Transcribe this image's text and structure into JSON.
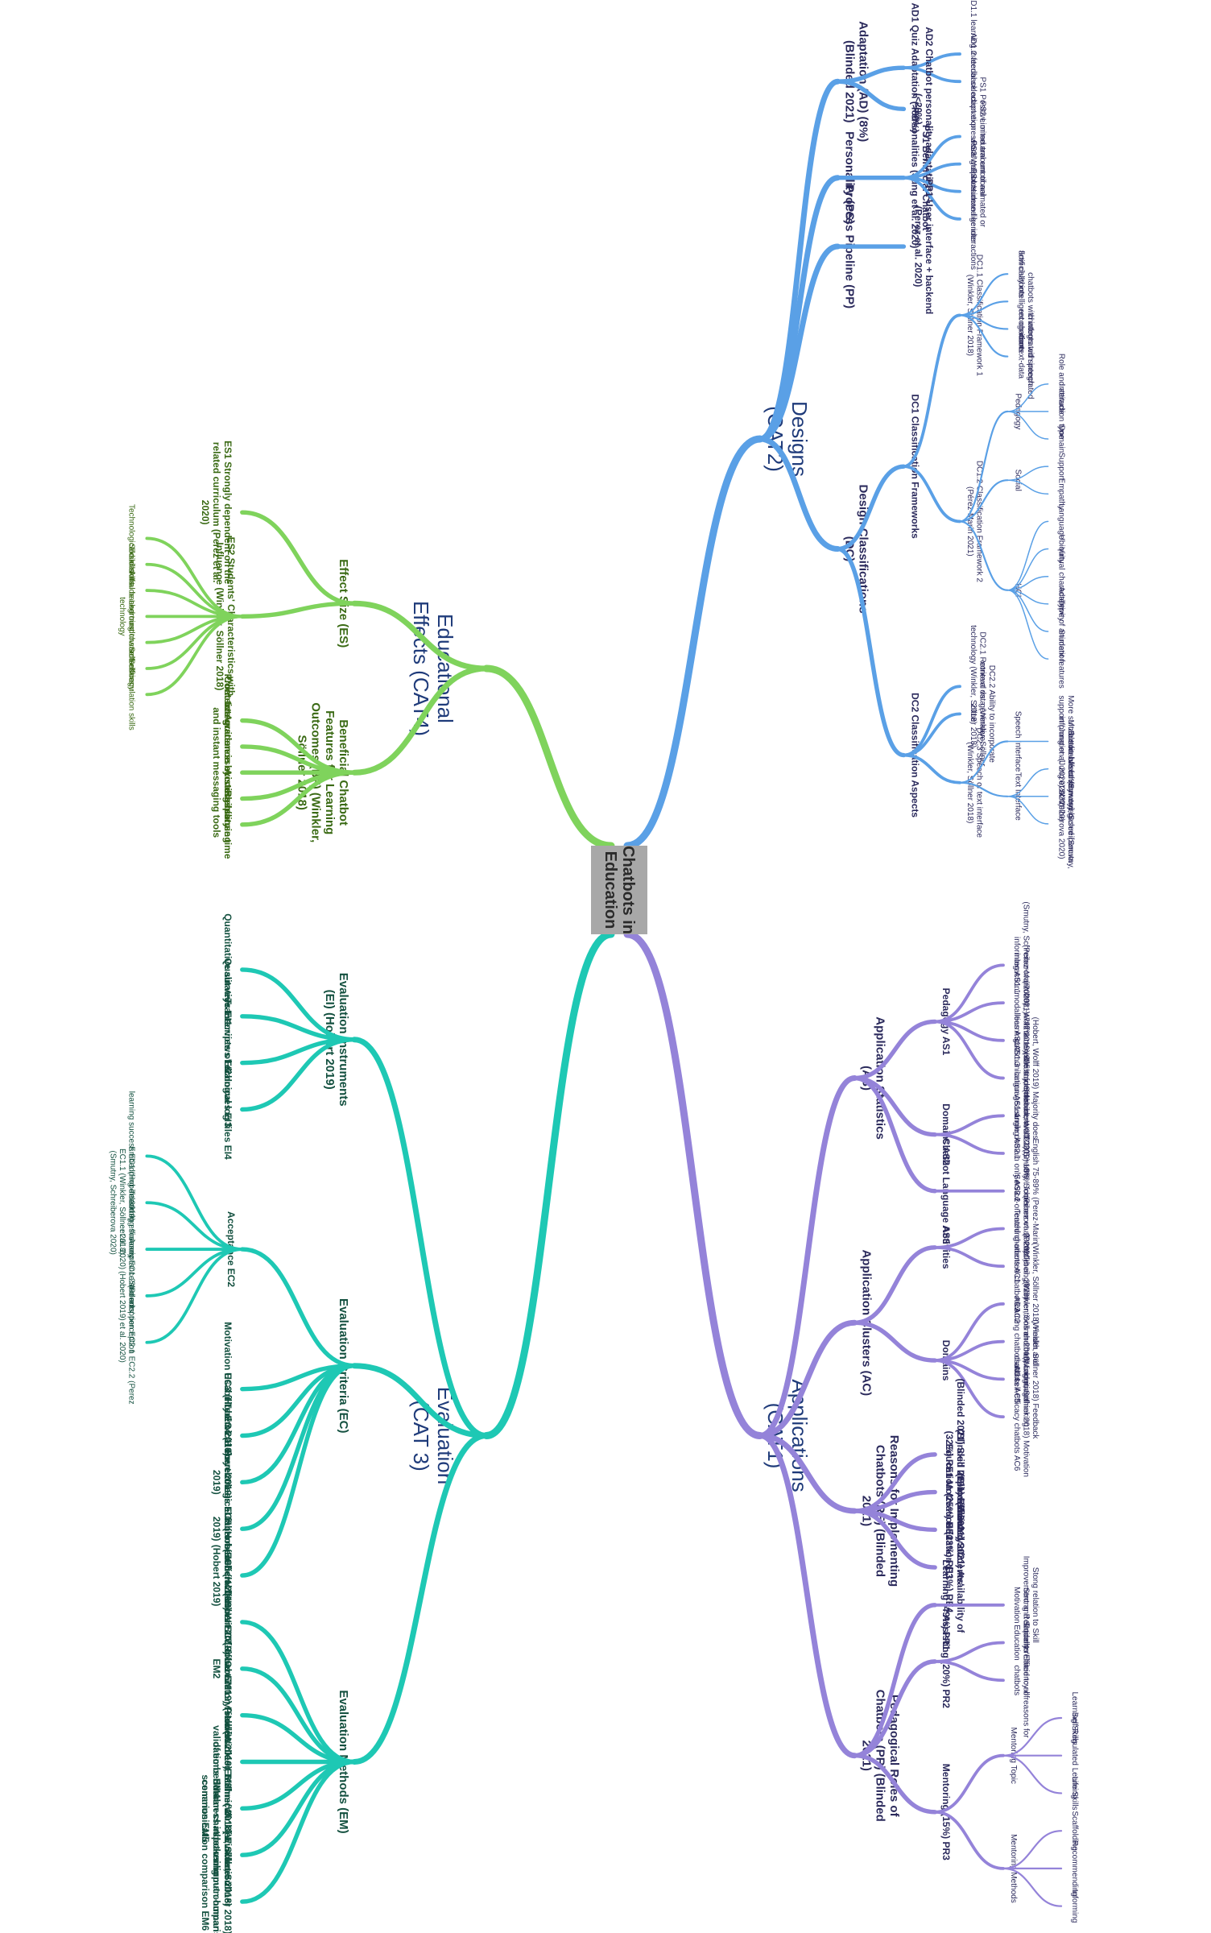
{
  "root": {
    "label_line1": "Chatbots in",
    "label_line2": "Education"
  },
  "colors": {
    "cat1": "#9483d9",
    "cat2": "#5aa0e6",
    "cat3": "#1ec8b4",
    "cat4": "#7fd35c",
    "text_dark": "#2b2a5c",
    "text_green": "#3a6a14",
    "text_teal": "#13503f"
  },
  "categories": [
    {
      "id": "cat1",
      "label": "Applications\n(CAT1)",
      "color": "cat1",
      "children": [
        {
          "label": "Application Statistics (AS)",
          "children": [
            {
              "label": "Pedagogy AS1",
              "children": [
                {
                  "label": "(Smutny, Schreiberova 2020) ~47% informing AS1.1"
                },
                {
                  "label": "(Perez-Marin 2021) ~42% mixed interaction modalities AS1.2"
                },
                {
                  "label": "(Hobert, Wolff 2019) ~25% formal learning AS1.3"
                },
                {
                  "label": "(Hobert, Wolff 2019) Majority does not enable student-student communication AS1.4"
                }
              ]
            },
            {
              "label": "Domains AS2",
              "children": [
                {
                  "label": "(Smutny, Schreiberova 2020) ~18% language learning AS2.1"
                },
                {
                  "label": "(Hobert, Wolff 2019) ~66% focus on a single domain only AS2.2"
                }
              ]
            },
            {
              "label": "Chatbot Language AS3",
              "children": [
                {
                  "label": "English 75-89% (Perez-Marin 2021)(Smutny, Schreiberova 2020) AS3.1"
                }
              ]
            }
          ]
        },
        {
          "label": "Application Clusters (AC)",
          "children": [
            {
              "label": "Activities",
              "children": [
                {
                  "label": "(Perez et al. 2020) Service-oriented chatbots AC1"
                },
                {
                  "label": "(Perez et al. 2020) Teaching-oriented chatbots AC2"
                }
              ]
            },
            {
              "label": "Domains",
              "children": [
                {
                  "label": "(Winkler, Söllner 2018) Health and well-being interventions chatbots AC3"
                },
                {
                  "label": "(Winkler, Söllner 2018) Language learning chatbots AC4"
                },
                {
                  "label": "(Winkler, Söllner 2018) Feedback and metacognitive thinking chatbots AC5"
                },
                {
                  "label": "(Winkler, Söllner 2018) Motivation and self-efficacy chatbots AC6"
                }
              ]
            }
          ]
        },
        {
          "label": "Reasons for Implementing Chatbots (RE) (Blinded 2021)",
          "children": [
            {
              "label": "(Blinded 2021) Skill Improvement (32%) RE1"
            },
            {
              "label": "(Blinded 2021) Efficiency of Education (25%) RE2"
            },
            {
              "label": "(Blinded 2021) Students' Motivation (13%) RE3"
            },
            {
              "label": "(Blinded 2021) Availability of Eduation (11%) RE4"
            }
          ]
        },
        {
          "label": "Pedagogical Roles of Chatbots (PR) (Blinded 2021)",
          "children": [
            {
              "label": "Learning (49%) PR1",
              "children": [
                {
                  "label": "Stong relation to Skill Improvement and Students' Motivation"
                }
              ]
            },
            {
              "label": "Assisting (20%) PR2",
              "children": [
                {
                  "label": "Strong Relation to Efficiency of Education"
                },
                {
                  "label": "Equally related to all reasons for chatbots"
                }
              ]
            },
            {
              "label": "Mentoring (15%) PR3",
              "children": [
                {
                  "label": "Mentoring Topic",
                  "children": [
                    {
                      "label": "Learning Skills"
                    },
                    {
                      "label": "Self-Regulated Learning"
                    },
                    {
                      "label": "Life Skills"
                    }
                  ]
                },
                {
                  "label": "Mentoring Methods",
                  "children": [
                    {
                      "label": "Scaffolding"
                    },
                    {
                      "label": "Recommending"
                    },
                    {
                      "label": "Informing"
                    }
                  ]
                }
              ]
            }
          ]
        }
      ]
    },
    {
      "id": "cat2",
      "label": "Designs\n(CAT2)",
      "color": "cat2",
      "children": [
        {
          "label": "Adaptation (AD) (8%) (Blinded 2021)",
          "children": [
            {
              "label": "AD1 Quiz Adaptation (>80%)",
              "children": [
                {
                  "label": "AD1.1 learning material selection"
                },
                {
                  "label": "AD1.2 feedback adaptation"
                }
              ]
            },
            {
              "label": "AD2 Chatbot personality adaptation (<20%)"
            }
          ]
        },
        {
          "label": "Personality (PS)",
          "children": [
            {
              "label": "PS1 Beneficial Chatbot Personalities (Jung et al. 2020)",
              "children": [
                {
                  "label": "PS1 Positive or neutral emotional expressions"
                },
                {
                  "label": "PS2 Limited amount of animated or visual graphics"
                },
                {
                  "label": "PS3 Well-considered gender"
                },
                {
                  "label": "PS4 Human-like interactions"
                }
              ]
            }
          ]
        },
        {
          "label": "Process Pipeline (PP)",
          "children": [
            {
              "label": "PP1 User interface + backend (Perez et al. 2020)"
            }
          ]
        },
        {
          "label": "Design Classifications (DC)",
          "children": [
            {
              "label": "DC1 Classification Frameworks",
              "children": [
                {
                  "label": "DC1.1 Classification Framework 1 (Winkler, Söllner 2018)",
                  "children": [
                    {
                      "label": "flow chatbots"
                    },
                    {
                      "label": "artificially intelligent chatbots"
                    },
                    {
                      "label": "chatbots with integrated speech recognition"
                    },
                    {
                      "label": "chatbots with integrated context-data"
                    }
                  ]
                },
                {
                  "label": "DC1.2 Classification Framework 2 (Pérez-Marín 2021)",
                  "children": [
                    {
                      "label": "Pedagogy",
                      "children": [
                        {
                          "label": "Role and attitude"
                        },
                        {
                          "label": "Interaction type"
                        },
                        {
                          "label": "Domain"
                        }
                      ]
                    },
                    {
                      "label": "Social",
                      "children": [
                        {
                          "label": "Support"
                        },
                        {
                          "label": "Empathy"
                        }
                      ]
                    },
                    {
                      "label": "HCI",
                      "children": [
                        {
                          "label": "Language"
                        },
                        {
                          "label": "Ubiquity"
                        },
                        {
                          "label": "Virtual character"
                        },
                        {
                          "label": "Adaptivity"
                        },
                        {
                          "label": "Type of animation"
                        },
                        {
                          "label": "Student features"
                        }
                      ]
                    }
                  ]
                }
              ]
            },
            {
              "label": "DC2 Classification Aspects",
              "children": [
                {
                  "label": "DC2.1 Retrieval vs. generative technology (Winkler, Söllner 2018)"
                },
                {
                  "label": "DC2.2 Ability to incorporate context data (Winkler, Söllner 2018)"
                },
                {
                  "label": "DC2.3 Speech or text interface (Winkler, Söllner 2018)",
                  "children": [
                    {
                      "label": "Speech Interface",
                      "children": [
                        {
                          "label": "More suitable for affective support (Jung et al. 2020)"
                        }
                      ]
                    },
                    {
                      "label": "Text Interface",
                      "children": [
                        {
                          "label": "More suitable for conveying information (Jung et al. 2020)"
                        },
                        {
                          "label": "Button-based (Smutny, Schreiberova 2020)"
                        },
                        {
                          "label": "Keyword-based (Smutny, Schreiberova 2020)"
                        }
                      ]
                    }
                  ]
                }
              ]
            }
          ]
        }
      ]
    },
    {
      "id": "cat3",
      "label": "Evaluation\n(CAT 3)",
      "color": "cat3",
      "children": [
        {
          "label": "Evaluation Instruments (EI) (Hobert 2019)",
          "children": [
            {
              "label": "Quantitative surveys EI1"
            },
            {
              "label": "Qualitative Interviews EI2"
            },
            {
              "label": "Transcripts of dialogues EI3"
            },
            {
              "label": "Technical log files EI4"
            }
          ]
        },
        {
          "label": "Evaluation Criteria (EC)",
          "children": [
            {
              "label": "Acceptance EC2",
              "children": [
                {
                  "label": "learning success EC1 (Hobert 2019)"
                },
                {
                  "label": "Embedding in learning scenario EC1.1 (Winkler, Söllner 2018), (Smutny, Schreiberova 2020)"
                },
                {
                  "label": "Teaching efficiency EC1.2 (Perez et al. 2020)"
                },
                {
                  "label": "Acceptance and adoption EC2.1 (Hobert 2019)"
                },
                {
                  "label": "Students' perception EC2.2 (Perez et al. 2020)"
                }
              ]
            },
            {
              "label": "Motivation EC3 (Hobert 2019)"
            },
            {
              "label": "Usability EC4 (Hobert 2019)"
            },
            {
              "label": "Technical correctness EC5 (Hobert 2019)"
            },
            {
              "label": "Psychological factors EC6 (Hobert 2019)"
            },
            {
              "label": "Further beneficial factors EC7 (Hobert 2019)"
            }
          ]
        },
        {
          "label": "Evaluation Methods (EM)",
          "children": [
            {
              "label": "(Hobert 2019) Wizard-of-Oz EM1"
            },
            {
              "label": "(Hobert 2019) Laboratory studies EM2"
            },
            {
              "label": "(Hobert 2019) Field studies EM3"
            },
            {
              "label": "(Hobert 2019) Technical validations EM4"
            },
            {
              "label": "(Winkler, Söllner 2018) Evaluation of embeddedness in learning scenarios EM5"
            },
            {
              "label": "(Winkler, Söllner 2018) Human-chatbot vs.human-human communication comparison EM6"
            },
            {
              "label": "(Winkler, Söllner 2018) Text vs. spoken input comparison EM7"
            }
          ]
        }
      ]
    },
    {
      "id": "cat4",
      "label": "Educational\nEffects (CAT4)",
      "color": "cat4",
      "children": [
        {
          "label": "Effect Size (ES)",
          "children": [
            {
              "label": "ES1 Strongly dependent on the related curriculum (Perez et al. 2020)"
            },
            {
              "label": "ES2 Students' Characteristics with Influence (Winkler, Söllner 2018)",
              "children": [
                {
                  "label": "Technological skills"
                },
                {
                  "label": "Social skills"
                },
                {
                  "label": "Educational background"
                },
                {
                  "label": "Attitude and trust towards technology"
                },
                {
                  "label": "Learning characteristics"
                },
                {
                  "label": "Self-efficacy"
                },
                {
                  "label": "Self-regulation skills"
                }
              ]
            }
          ]
        },
        {
          "label": "Beneficial Chatbot Features for Learning Outcomes (BF) (Winkler, Söllner 2018)",
          "children": [
            {
              "label": "Context Awareness"
            },
            {
              "label": "Proactive guidance by students"
            },
            {
              "label": "Integration in existing learning and instant messaging tools"
            },
            {
              "label": "Accessibility"
            },
            {
              "label": "Response time"
            }
          ]
        }
      ]
    }
  ]
}
